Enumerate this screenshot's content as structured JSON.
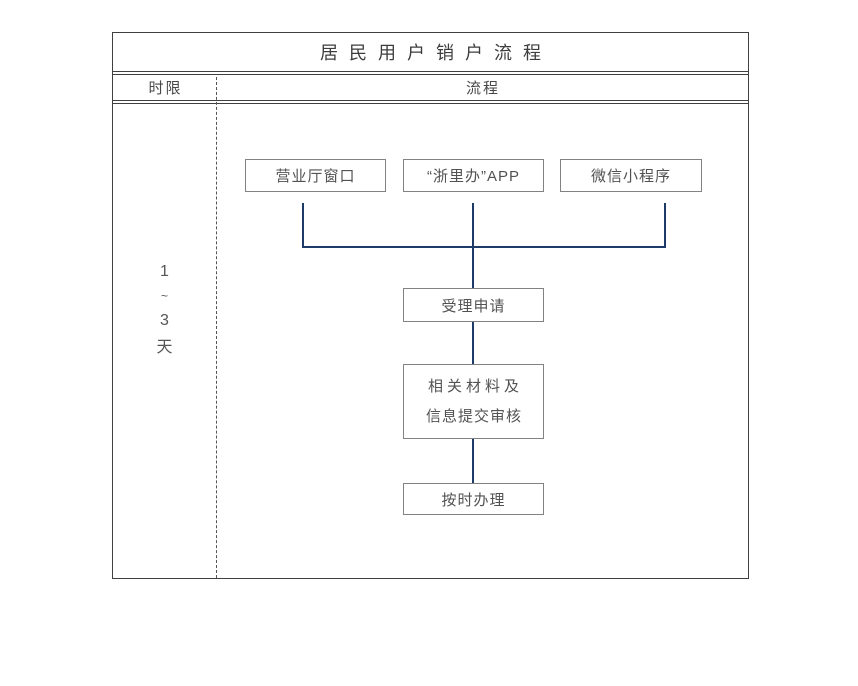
{
  "flowchart": {
    "title": "居民用户销户流程",
    "header": {
      "time_limit_label": "时限",
      "process_label": "流程"
    },
    "time_limit": {
      "lines": [
        "1",
        "~",
        "3",
        "天"
      ]
    },
    "entry_channels": [
      {
        "label": "营业厅窗口"
      },
      {
        "label": "“浙里办”APP"
      },
      {
        "label": "微信小程序"
      }
    ],
    "steps": {
      "accept": {
        "label": "受理申请"
      },
      "review": {
        "line1": "相关材料及",
        "line2": "信息提交审核"
      },
      "handle": {
        "label": "按时办理"
      }
    },
    "colors": {
      "frame_border": "#404040",
      "box_border": "#828282",
      "connector": "#1e3a66",
      "text": "#525252"
    }
  }
}
